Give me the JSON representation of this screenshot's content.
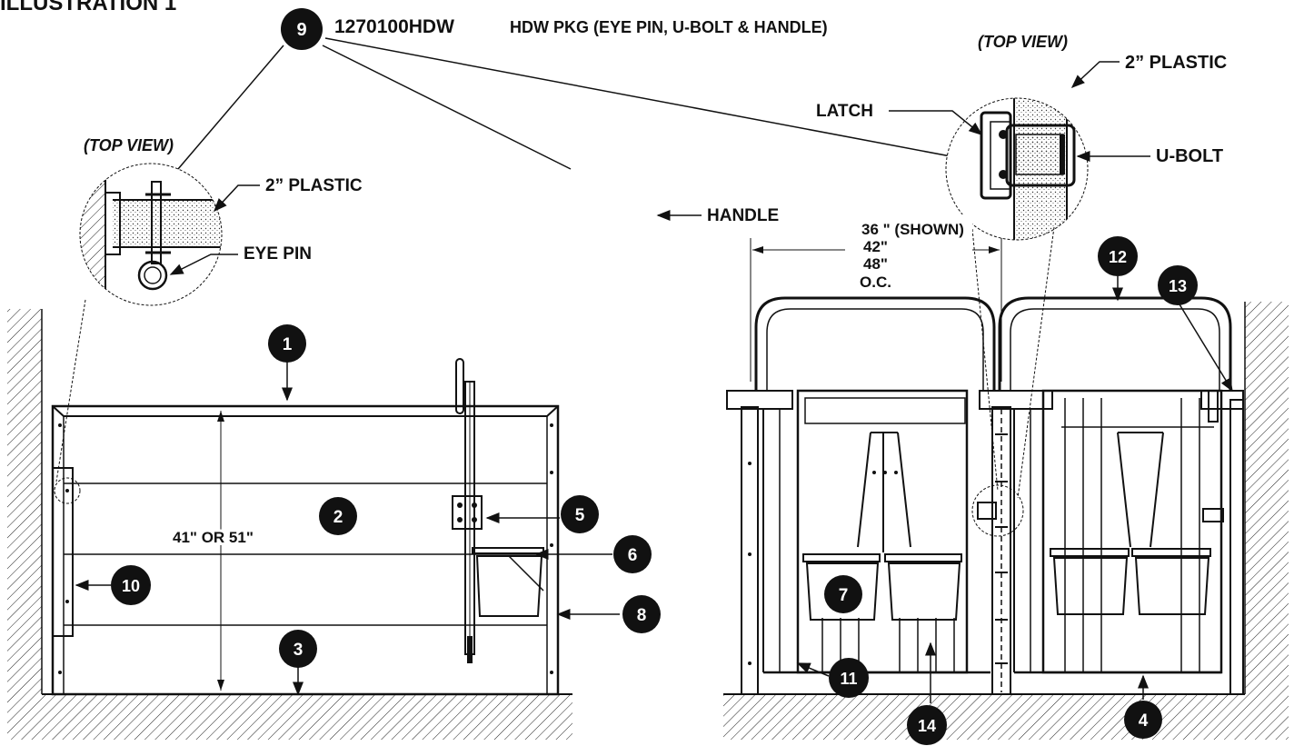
{
  "title": "ILLUSTRATION 1",
  "package": {
    "part_number": "1270100HDW",
    "description": "HDW PKG (EYE PIN, U-BOLT & HANDLE)"
  },
  "labels": {
    "top_view_left": "(TOP VIEW)",
    "top_view_right": "(TOP VIEW)",
    "plastic_left": "2” PLASTIC",
    "plastic_right": "2” PLASTIC",
    "eye_pin": "EYE PIN",
    "latch": "LATCH",
    "u_bolt": "U-BOLT",
    "handle": "HANDLE",
    "height_dim": "41\" OR 51\"",
    "width_36": "36 \" (SHOWN)",
    "width_42": "42\"",
    "width_48": "48\"",
    "width_oc": "O.C."
  },
  "callouts": {
    "c1": "1",
    "c2": "2",
    "c3": "3",
    "c4": "4",
    "c5": "5",
    "c6": "6",
    "c7": "7",
    "c8": "8",
    "c9": "9",
    "c10": "10",
    "c11": "11",
    "c12": "12",
    "c13": "13",
    "c14": "14"
  },
  "colors": {
    "ink": "#111111",
    "paper": "#ffffff"
  }
}
